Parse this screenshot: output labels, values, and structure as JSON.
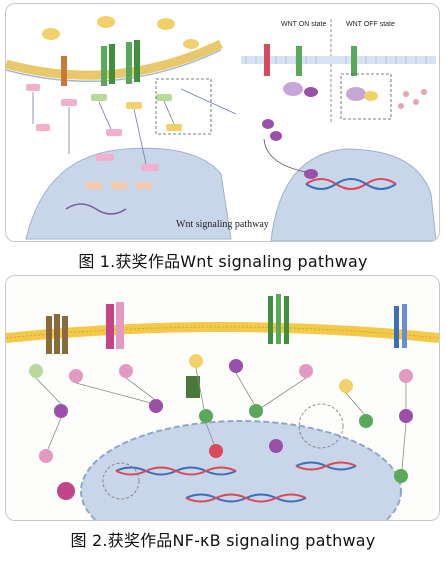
{
  "figure1": {
    "caption": "图 1.获奖作品Wnt signaling pathway",
    "inner_title": "Wnt signaling pathway",
    "on_state_label": "WNT ON state",
    "off_state_label": "WNT OFF state"
  },
  "figure2": {
    "caption": "图 2.获奖作品NF-κB signaling pathway"
  },
  "colors": {
    "membrane_yellow": "#f3c94a",
    "nucleus_blue": "#c9d6ea",
    "dna_red": "#d84a5a",
    "dna_blue": "#3d6fb6",
    "receptor_green": "#5aa85a",
    "kinase_purple": "#9a4fa8",
    "pink_node": "#e29ac0"
  }
}
